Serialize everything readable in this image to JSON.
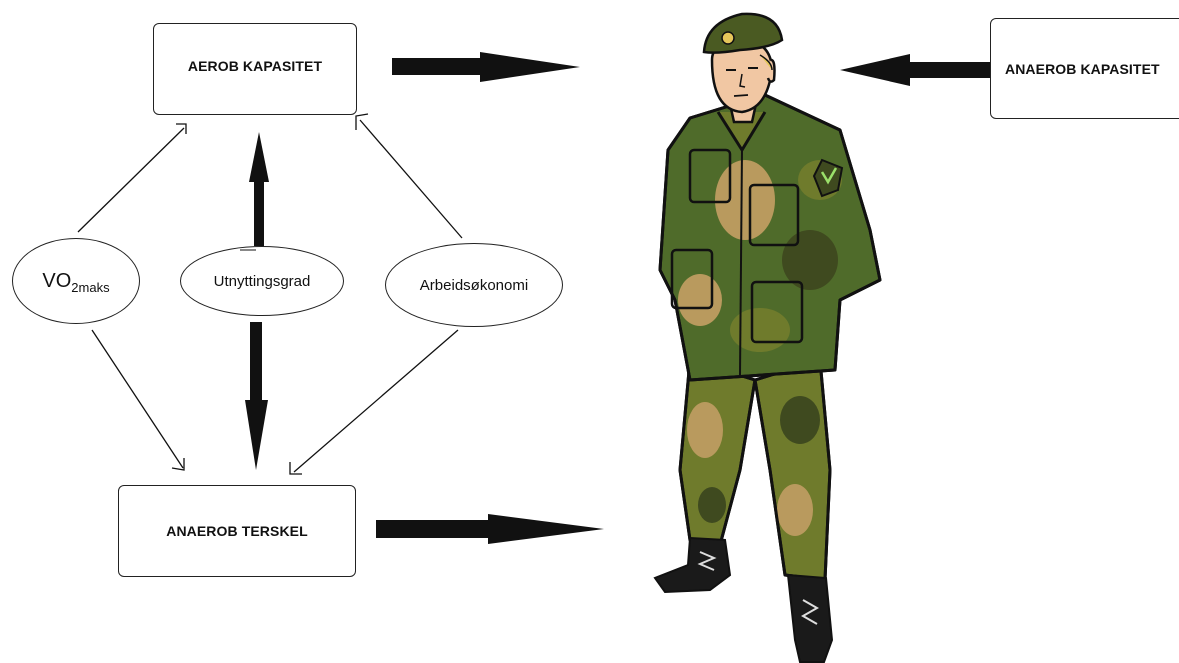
{
  "nodes": {
    "aerob_kapasitet": "AEROB KAPASITET",
    "anaerob_terskel": "ANAEROB TERSKEL",
    "anaerob_kapasitet": "ANAEROB KAPASITET",
    "vo2_main": "VO",
    "vo2_sub": "2maks",
    "utnyttingsgrad": "Utnyttingsgrad",
    "arbeidsokonomi": "Arbeidsøkonomi"
  },
  "colors": {
    "line": "#111111",
    "uniform_dark": "#3f4a1f",
    "uniform_olive": "#6f7b2c",
    "uniform_tan": "#b99a5e",
    "uniform_green": "#4f6b2a",
    "skin": "#f1c7a3",
    "hair": "#e5c65a",
    "boot": "#1a1a1a"
  },
  "icons": {
    "figure": "soldier-illustration"
  }
}
